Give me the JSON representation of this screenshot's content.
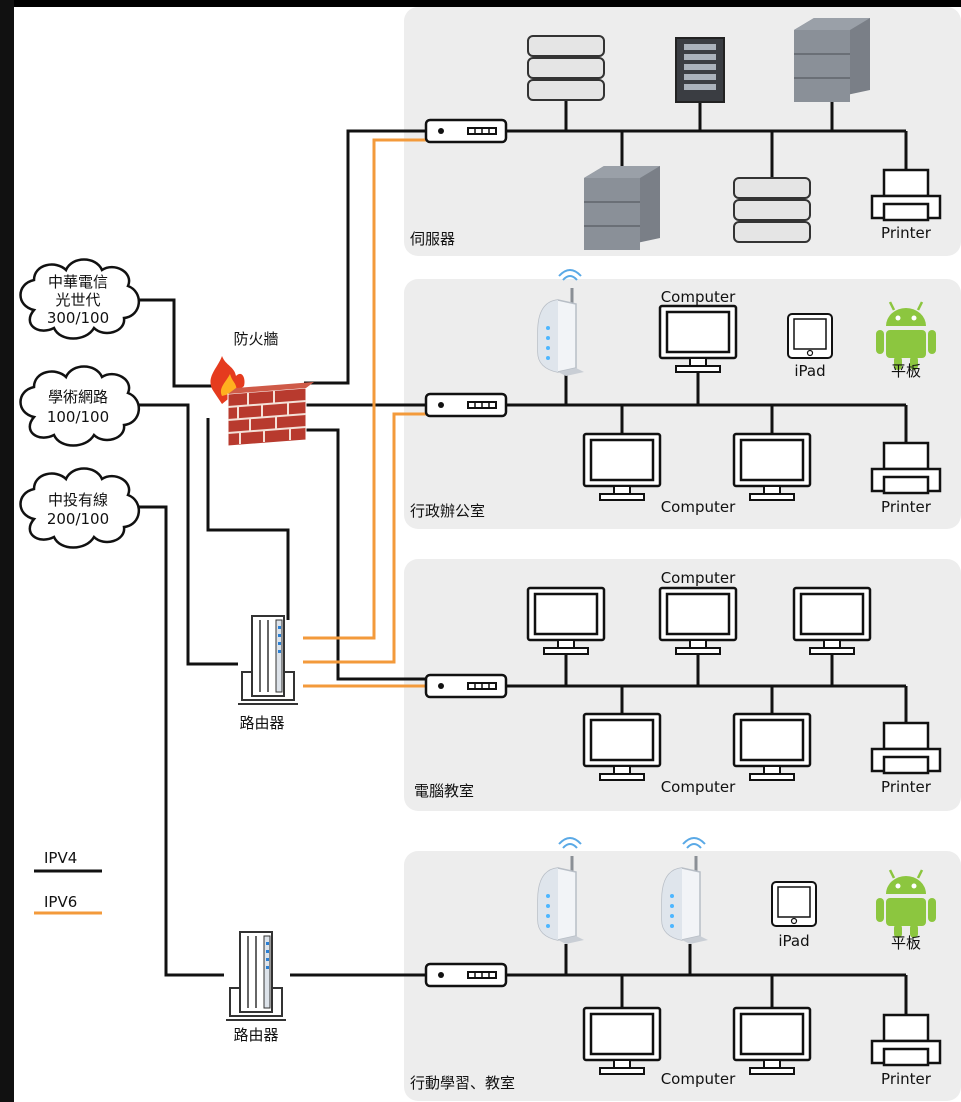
{
  "isps": [
    {
      "name": "中華電信",
      "sub": "光世代",
      "speed": "300/100"
    },
    {
      "name": "學術網路",
      "speed": "100/100"
    },
    {
      "name": "中投有線",
      "speed": "200/100"
    }
  ],
  "firewall": {
    "label": "防火牆"
  },
  "routers": [
    {
      "label": "路由器"
    },
    {
      "label": "路由器"
    }
  ],
  "legend": [
    {
      "label": "IPV4",
      "color": "#111111"
    },
    {
      "label": "IPV6",
      "color": "#f39a3b"
    }
  ],
  "zones": [
    {
      "name": "伺服器",
      "printer": "Printer"
    },
    {
      "name": "行政辦公室",
      "computer_top": "Computer",
      "computer_bottom": "Computer",
      "ipad": "iPad",
      "tablet": "平板",
      "printer": "Printer"
    },
    {
      "name": "電腦教室",
      "computer_top": "Computer",
      "computer_bottom": "Computer",
      "printer": "Printer"
    },
    {
      "name": "行動學習、教室",
      "computer_bottom": "Computer",
      "ipad": "iPad",
      "tablet": "平板",
      "printer": "Printer"
    }
  ],
  "colors": {
    "ipv4": "#111111",
    "ipv6": "#f39a3b",
    "zone_bg": "#ededed",
    "android": "#8cc63f",
    "firewall_brick": "#b83a2e"
  }
}
